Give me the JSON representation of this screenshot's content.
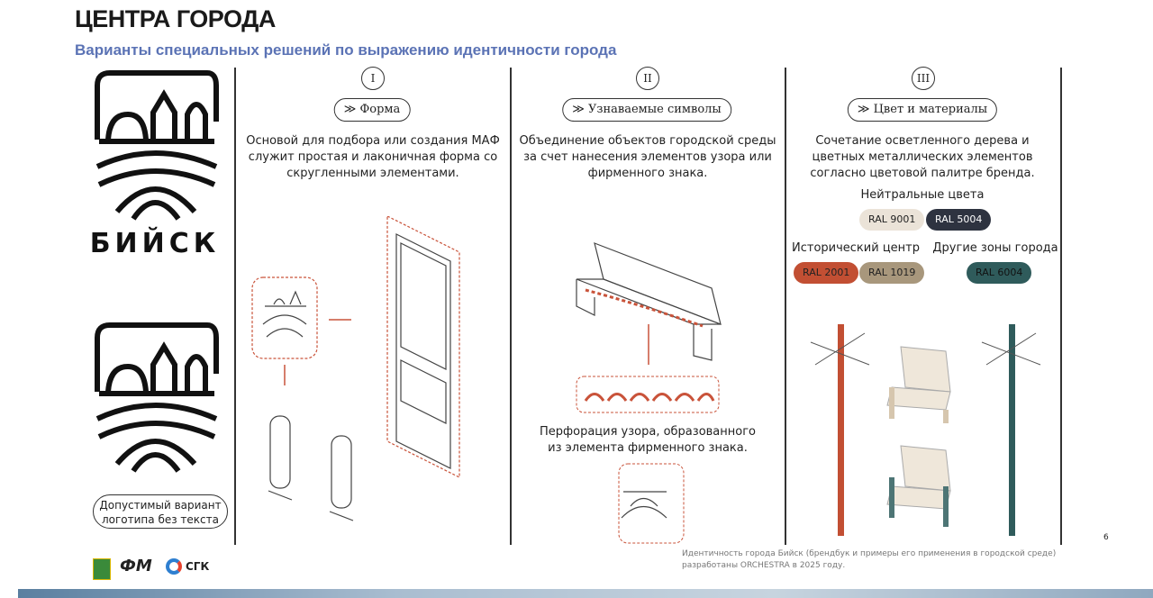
{
  "header": {
    "title": "ЦЕНТРА ГОРОДА",
    "subtitle": "Варианты специальных решений по выражению идентичности города"
  },
  "logo": {
    "city_name": "БИЙСК",
    "caption_line1": "Допустимый вариант",
    "caption_line2": "логотипа без текста"
  },
  "columns": [
    {
      "numeral": "I",
      "pill": "Форма",
      "description": "Основой для подбора или создания МАФ служит простая и лаконичная форма со скругленными элементами."
    },
    {
      "numeral": "II",
      "pill": "Узнаваемые символы",
      "description": "Объединение объектов городской среды за счет нанесения элементов узора или фирменного знака.",
      "caption_line1": "Перфорация узора, образованного",
      "caption_line2": "из элемента фирменного знака."
    },
    {
      "numeral": "III",
      "pill": "Цвет и материалы",
      "description": "Сочетание осветленного дерева и цветных металлических элементов согласно цветовой палитре бренда.",
      "neutral_label": "Нейтральные цвета",
      "historic_label": "Исторический центр",
      "other_label": "Другие зоны города",
      "colors": [
        {
          "name": "RAL 9001",
          "hex": "#ebe3d8"
        },
        {
          "name": "RAL 5004",
          "hex": "#2e3340"
        },
        {
          "name": "RAL 2001",
          "hex": "#c24f33"
        },
        {
          "name": "RAL 1019",
          "hex": "#a8977c"
        },
        {
          "name": "RAL 6004",
          "hex": "#2f5b5b"
        }
      ]
    }
  ],
  "footer": {
    "page_number": "6",
    "note_line1": "Идентичность города Бийск (брендбук и примеры его применения в городской среде)",
    "note_line2": "разработаны ORCHESTRA в 2025 году.",
    "partner2": "ФМ",
    "partner3": "СГК"
  }
}
